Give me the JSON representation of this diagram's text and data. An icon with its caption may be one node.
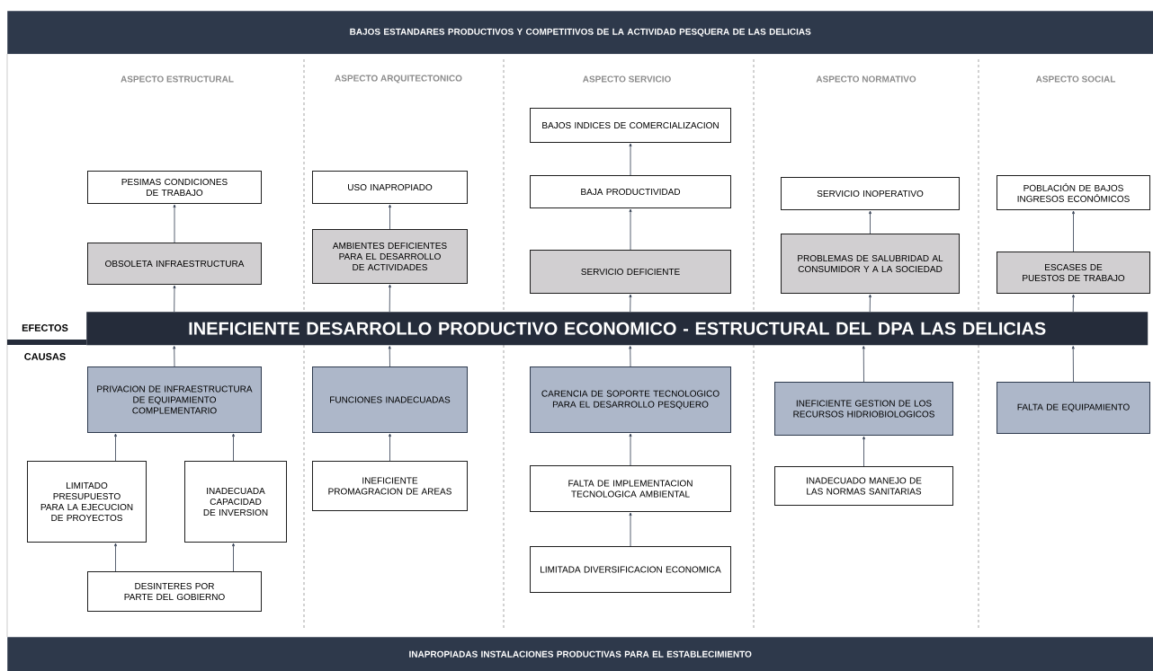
{
  "diagram": {
    "nodes": [
      {
        "text": [
          "BAJOS ESTANDARES PRODUCTIVOS Y COMPETITIVOS DE LA ACTIVIDAD PESQUERA DE LAS DELICIAS"
        ]
      },
      {
        "text": [
          "INEFICIENTE DESARROLLO PRODUCTIVO ECONOMICO -  ESTRUCTURAL DEL DPA LAS DELICIAS"
        ]
      },
      {
        "text": [
          "INAPROPIADAS INSTALACIONES PRODUCTIVAS PARA EL ESTABLECIMIENTO"
        ]
      },
      {
        "text": [
          "PESIMAS CONDICIONES DE TRABAJO"
        ]
      },
      {
        "text": [
          "OBSOLETA INFRAESTRUCTURA"
        ]
      },
      {
        "text": [
          "PRIVACION DE INFRAESTRUCTURA DE EQUIPAMIENTO COMPLEMENTARIO"
        ]
      },
      {
        "text": [
          "LIMITADO PRESUPUESTO PARA LA EJECUCION DE PROYECTOS"
        ]
      },
      {
        "text": [
          "INADECUADA CAPACIDAD DE INVERSION"
        ]
      },
      {
        "text": [
          "DESINTERES POR PARTE DEL GOBIERNO"
        ]
      },
      {
        "text": [
          "USO INAPROPIADO"
        ]
      },
      {
        "text": [
          "AMBIENTES DEFICIENTES PARA EL DESARROLLO DE ACTIVIDADES"
        ]
      },
      {
        "text": [
          "FUNCIONES INADECUADAS"
        ]
      },
      {
        "text": [
          "INEFICIENTE PROMAGRACION DE AREAS"
        ]
      },
      {
        "text": [
          "BAJOS INDICES DE COMERCIALIZACION"
        ]
      },
      {
        "text": [
          "BAJA PRODUCTIVIDAD"
        ]
      },
      {
        "text": [
          "SERVICIO DEFICIENTE"
        ]
      },
      {
        "text": [
          "CARENCIA DE SOPORTE TECNOLOGICO PARA EL DESARROLLO PESQUERO"
        ]
      },
      {
        "text": [
          "FALTA DE IMPLEMENTACION TECNOLOGICA AMBIENTAL"
        ]
      },
      {
        "text": [
          "LIMITADA DIVERSIFICACION ECONOMICA"
        ]
      },
      {
        "text": [
          "SERVICIO INOPERATIVO"
        ]
      },
      {
        "text": [
          "PROBLEMAS DE SALUBRIDAD AL CONSUMIDOR Y A LA SOCIEDAD"
        ]
      },
      {
        "text": [
          "INEFICIENTE GESTION DE LOS RECURSOS HIDRIOBIOLOGICOS"
        ]
      },
      {
        "text": [
          "INADECUADO MANEJO DE LAS NORMAS SANITARIAS"
        ]
      },
      {
        "text": [
          "POBLACIÓN DE BAJOS INGRESOS ECONÓMICOS"
        ]
      },
      {
        "text": [
          "ESCASES DE PUESTOS DE TRABAJO"
        ]
      },
      {
        "text": [
          "FALTA DE EQUIPAMIENTO"
        ]
      }
    ],
    "edges": [
      {
        "from": 4,
        "to": 3,
        "arrow": "to"
      },
      {
        "from": 1,
        "to": 4,
        "arrow": "to"
      },
      {
        "from": 5,
        "to": 1,
        "arrow": "to"
      },
      {
        "from": 6,
        "to": 5,
        "arrow": "to"
      },
      {
        "from": 7,
        "to": 5,
        "arrow": "to"
      },
      {
        "from": 8,
        "to": 6,
        "arrow": "to"
      },
      {
        "from": 8,
        "to": 7,
        "arrow": "to"
      },
      {
        "from": 10,
        "to": 9,
        "arrow": "to"
      },
      {
        "from": 1,
        "to": 10,
        "arrow": "to"
      },
      {
        "from": 11,
        "to": 1,
        "arrow": "to"
      },
      {
        "from": 12,
        "to": 11,
        "arrow": "to"
      },
      {
        "from": 14,
        "to": 13,
        "arrow": "to"
      },
      {
        "from": 15,
        "to": 14,
        "arrow": "to"
      },
      {
        "from": 1,
        "to": 15,
        "arrow": "to"
      },
      {
        "from": 16,
        "to": 1,
        "arrow": "to"
      },
      {
        "from": 17,
        "to": 16,
        "arrow": "to"
      },
      {
        "from": 18,
        "to": 17,
        "arrow": "to"
      },
      {
        "from": 20,
        "to": 19,
        "arrow": "to"
      },
      {
        "from": 1,
        "to": 20,
        "arrow": "to"
      },
      {
        "from": 21,
        "to": 1,
        "arrow": "to"
      },
      {
        "from": 22,
        "to": 21,
        "arrow": "to"
      },
      {
        "from": 24,
        "to": 23,
        "arrow": "to"
      },
      {
        "from": 1,
        "to": 24,
        "arrow": "to"
      },
      {
        "from": 25,
        "to": 1,
        "arrow": "to"
      }
    ],
    "labels": [
      "ASPECTO ESTRUCTURAL",
      "ASPECTO ARQUITECTONICO",
      "ASPECTO SERVICIO",
      "ASPECTO NORMATIVO",
      "ASPECTO SOCIAL",
      "EFECTOS",
      "CAUSAS"
    ]
  }
}
